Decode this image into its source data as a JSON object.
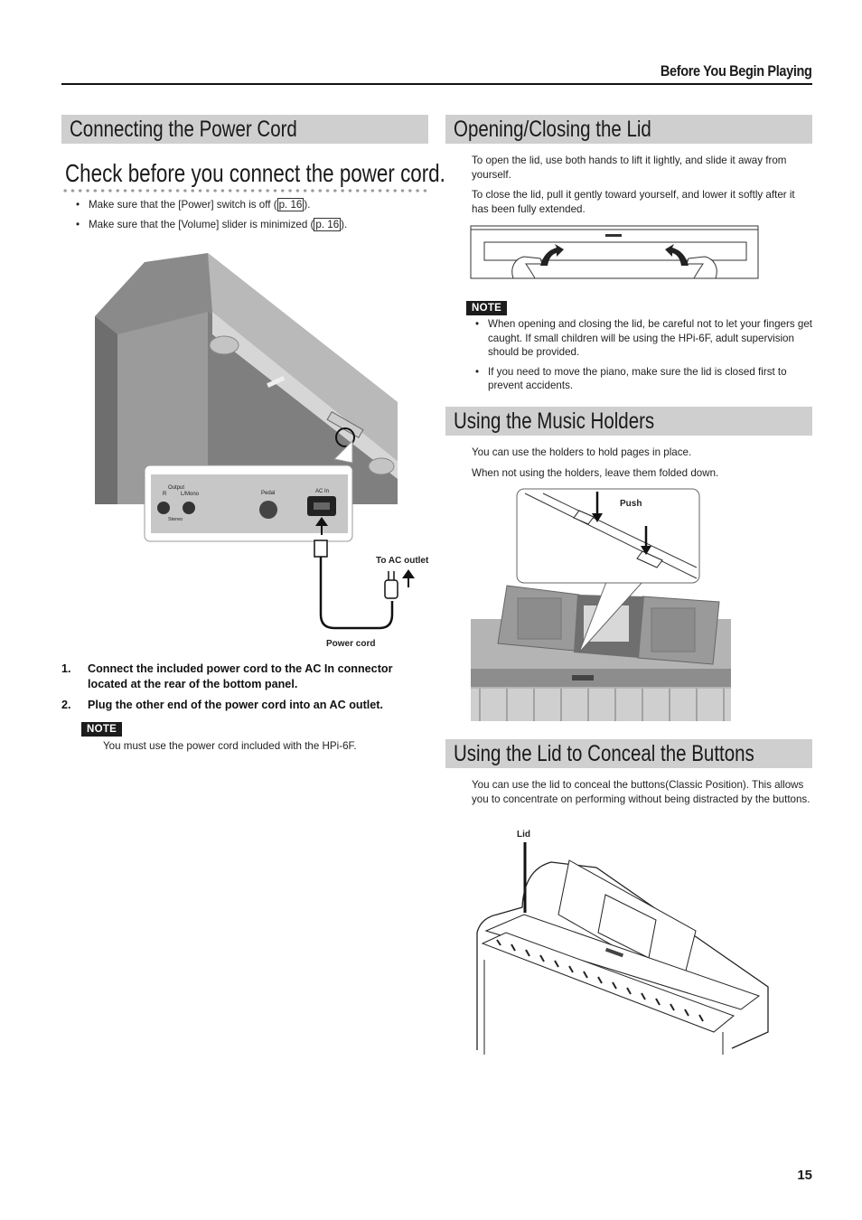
{
  "header": {
    "title": "Before You Begin Playing"
  },
  "page_number": "15",
  "left": {
    "power": {
      "heading": "Connecting the Power Cord",
      "subheading": "Check before you connect the power cord.",
      "bullets": [
        {
          "pre": "Make sure that the [Power] switch is off (",
          "ref": "p. 16",
          "post": ")."
        },
        {
          "pre": "Make sure that the [Volume] slider is minimized (",
          "ref": "p. 16",
          "post": ")."
        }
      ],
      "figure": {
        "output": "Output",
        "r": "R",
        "lmono": "L/Mono",
        "stereo": "Stereo",
        "pedal": "Pedal",
        "acin": "AC In",
        "to_ac_outlet": "To AC outlet",
        "power_cord": "Power cord"
      },
      "steps": [
        {
          "num": "1.",
          "text": "Connect the included power cord to the AC In connector located at the rear of the bottom panel."
        },
        {
          "num": "2.",
          "text": "Plug the other end of the power cord into an AC outlet."
        }
      ],
      "note_label": "NOTE",
      "note_text": "You must use the power cord included with the HPi-6F."
    }
  },
  "right": {
    "lid": {
      "heading": "Opening/Closing the Lid",
      "paragraphs": [
        "To open the lid, use both hands to lift it lightly, and slide it away from yourself.",
        "To close the lid, pull it gently toward yourself, and lower it softly after it has been fully extended."
      ],
      "note_label": "NOTE",
      "notes": [
        "When opening and closing the lid, be careful not to let your fingers get caught. If small children will be using the HPi-6F, adult supervision should be provided.",
        "If you need to move the piano, make sure the lid is closed first to prevent accidents."
      ]
    },
    "holders": {
      "heading": "Using the Music Holders",
      "paragraphs": [
        "You can use the holders to hold pages in place.",
        "When not using the holders, leave them folded down."
      ],
      "push_label": "Push"
    },
    "conceal": {
      "heading": "Using the Lid to Conceal the Buttons",
      "paragraph": "You can use the lid to conceal the buttons(Classic Position).  This allows you to concentrate on performing without being distracted by the buttons.",
      "lid_label": "Lid"
    }
  }
}
